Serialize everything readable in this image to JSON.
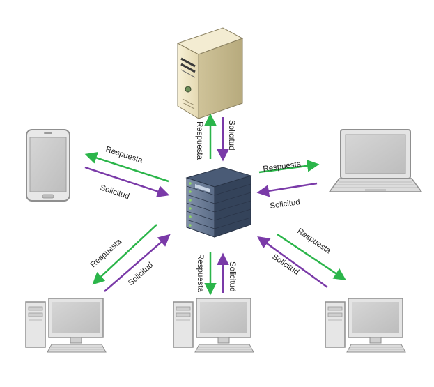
{
  "diagram": {
    "labels": {
      "response": "Respuesta",
      "request": "Solicitud"
    },
    "nodes": [
      {
        "id": "server",
        "icon": "tower-server-icon"
      },
      {
        "id": "hub",
        "icon": "rack-server-icon"
      },
      {
        "id": "phone",
        "icon": "smartphone-icon"
      },
      {
        "id": "laptop",
        "icon": "laptop-icon"
      },
      {
        "id": "desktop-left",
        "icon": "desktop-computer-icon"
      },
      {
        "id": "desktop-center",
        "icon": "desktop-computer-icon"
      },
      {
        "id": "desktop-right",
        "icon": "desktop-computer-icon"
      }
    ],
    "colors": {
      "response_arrow": "#2bb54a",
      "request_arrow": "#7a3aa8",
      "device_body": "#e4e4e4",
      "device_outline": "#9a9a9a",
      "screen": "#c9c9c9",
      "server_tower": "#efe6c6",
      "rack_server": "#3d4e68"
    }
  }
}
